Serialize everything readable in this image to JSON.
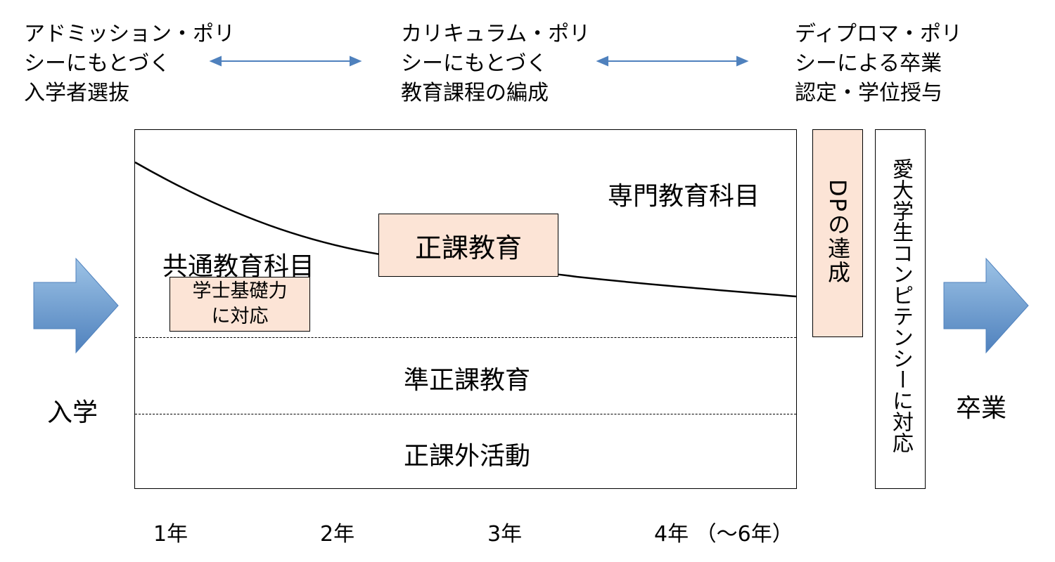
{
  "policies": {
    "admission": [
      "アドミッション・ポリ",
      "シーにもとづく",
      "入学者選抜"
    ],
    "curriculum": [
      "カリキュラム・ポリ",
      "シーにもとづく",
      "教育課程の編成"
    ],
    "diploma": [
      "ディプロマ・ポリ",
      "シーによる卒業",
      "認定・学位授与"
    ]
  },
  "zones": {
    "specialized": "専門教育科目",
    "common": "共通教育科目",
    "regular": "正課教育",
    "bachelor_line1": "学士基礎力",
    "bachelor_line2": "に対応",
    "semi_regular": "準正課教育",
    "extracurricular": "正課外活動"
  },
  "dp_box": "DPの達成",
  "competency_box": "愛大学生コンピテンシーに対応",
  "entry_label": "入学",
  "graduation_label": "卒業",
  "years": [
    "1年",
    "2年",
    "3年",
    "4年 （～6年）"
  ],
  "colors": {
    "arrow_blue": "#4f81bd",
    "arrow_blue_light": "#8db3e2",
    "peach": "#fce4d6"
  }
}
